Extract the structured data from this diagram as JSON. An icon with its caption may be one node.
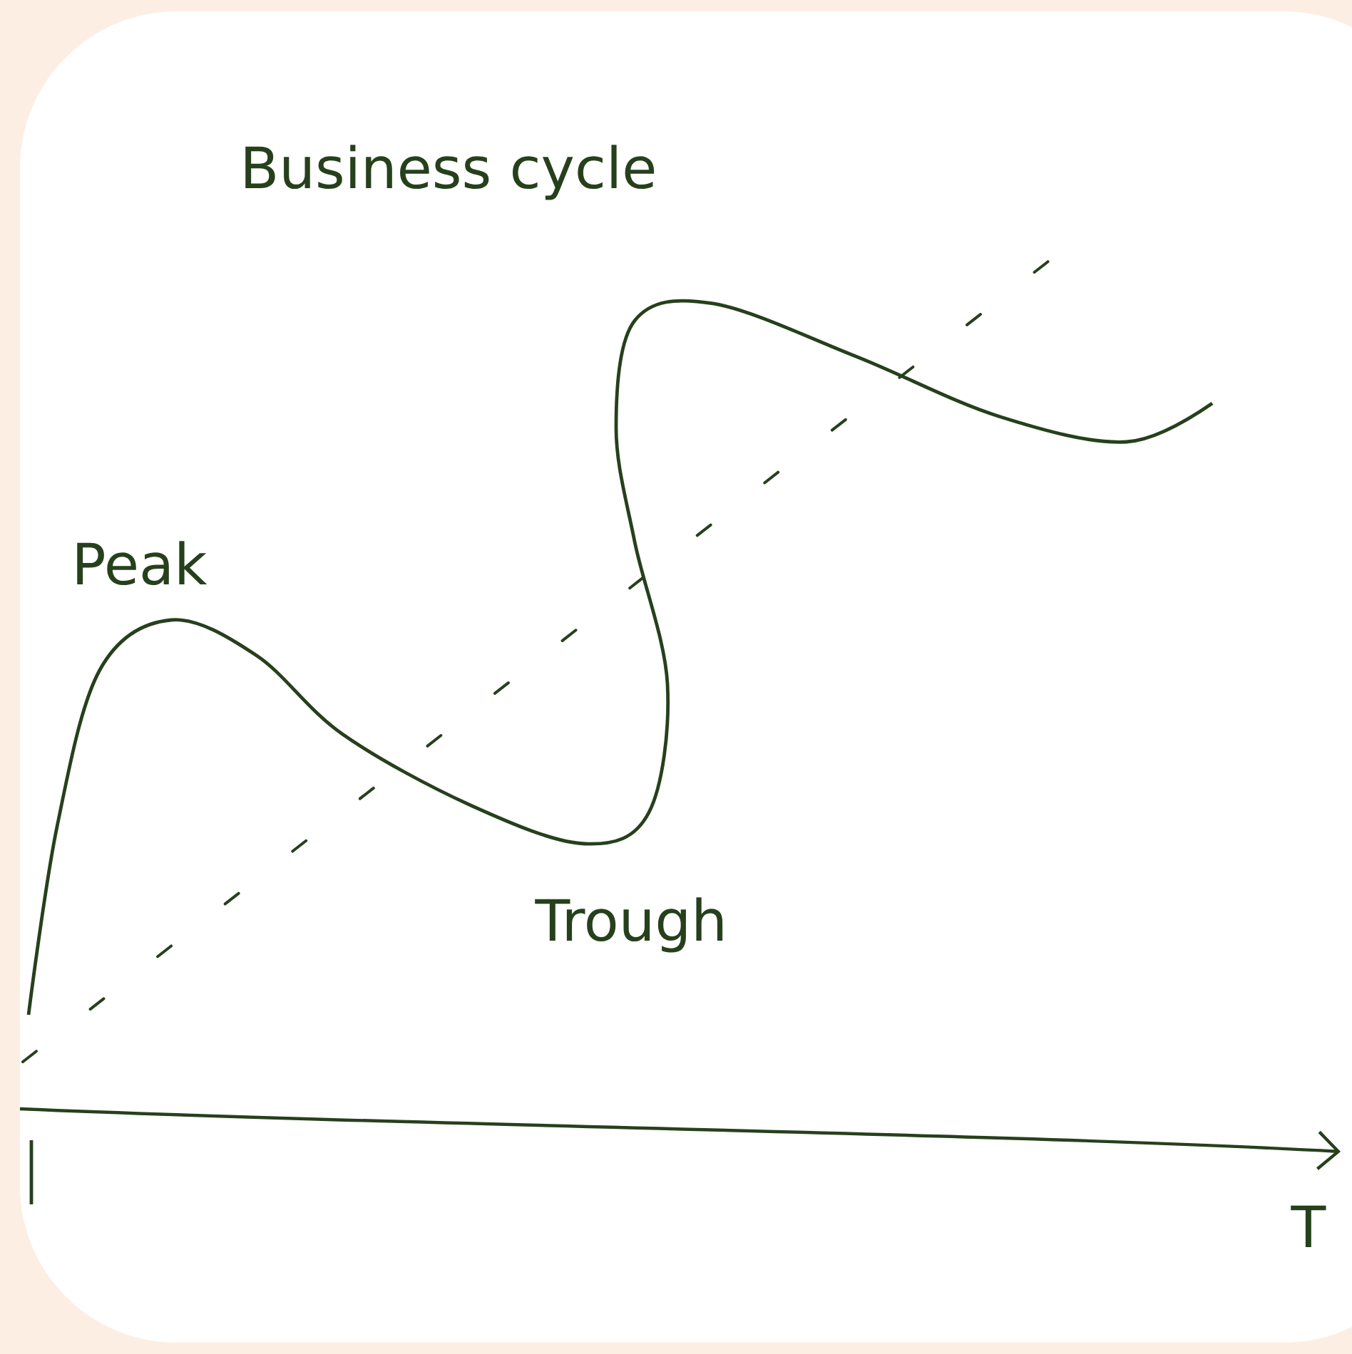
{
  "diagram": {
    "title": "Business cycle",
    "labels": [
      "Peak",
      "Trough",
      "T"
    ]
  }
}
